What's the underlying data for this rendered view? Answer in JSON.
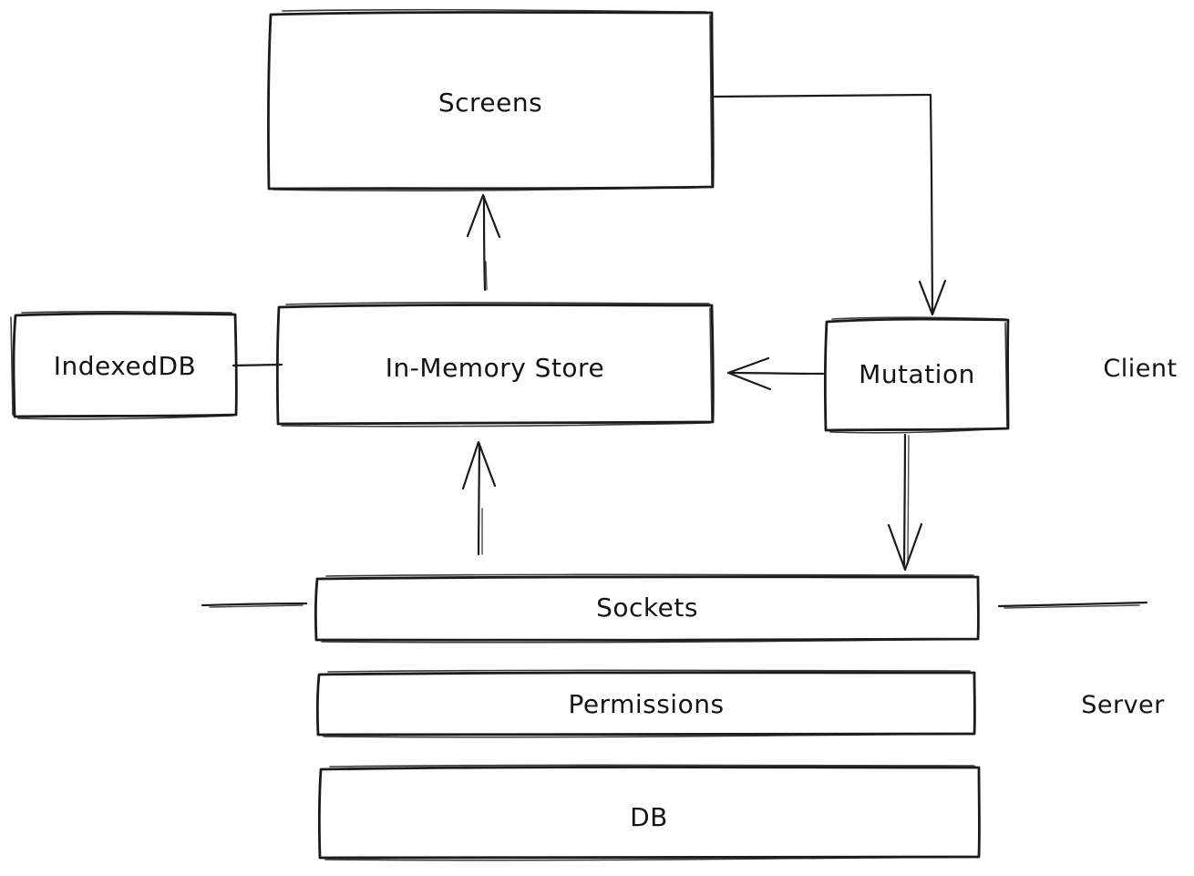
{
  "diagram": {
    "style": "hand-drawn whiteboard sketch",
    "colors": {
      "stroke": "#1b1b1b",
      "background": "#ffffff",
      "text": "#141414"
    },
    "zones": {
      "client_label": "Client",
      "server_label": "Server"
    },
    "nodes": {
      "screens": {
        "label": "Screens"
      },
      "indexeddb": {
        "label": "IndexedDB"
      },
      "in_memory_store": {
        "label": "In-Memory Store"
      },
      "mutation": {
        "label": "Mutation"
      },
      "sockets": {
        "label": "Sockets"
      },
      "permissions": {
        "label": "Permissions"
      },
      "db": {
        "label": "DB"
      }
    },
    "edges": [
      {
        "from": "Screens",
        "to": "Mutation",
        "type": "elbow-arrow",
        "direction": "right-then-down"
      },
      {
        "from": "In-Memory Store",
        "to": "Screens",
        "type": "arrow",
        "direction": "up"
      },
      {
        "from": "Mutation",
        "to": "In-Memory Store",
        "type": "arrow",
        "direction": "left"
      },
      {
        "from": "Mutation",
        "to": "Sockets",
        "type": "arrow",
        "direction": "down"
      },
      {
        "from": "Sockets",
        "to": "In-Memory Store",
        "type": "arrow",
        "direction": "up"
      },
      {
        "from": "IndexedDB",
        "to": "In-Memory Store",
        "type": "line",
        "direction": "horizontal"
      }
    ],
    "dividers": [
      {
        "side": "left",
        "between": [
          "Client",
          "Server"
        ]
      },
      {
        "side": "right",
        "between": [
          "Client",
          "Server"
        ]
      }
    ]
  }
}
